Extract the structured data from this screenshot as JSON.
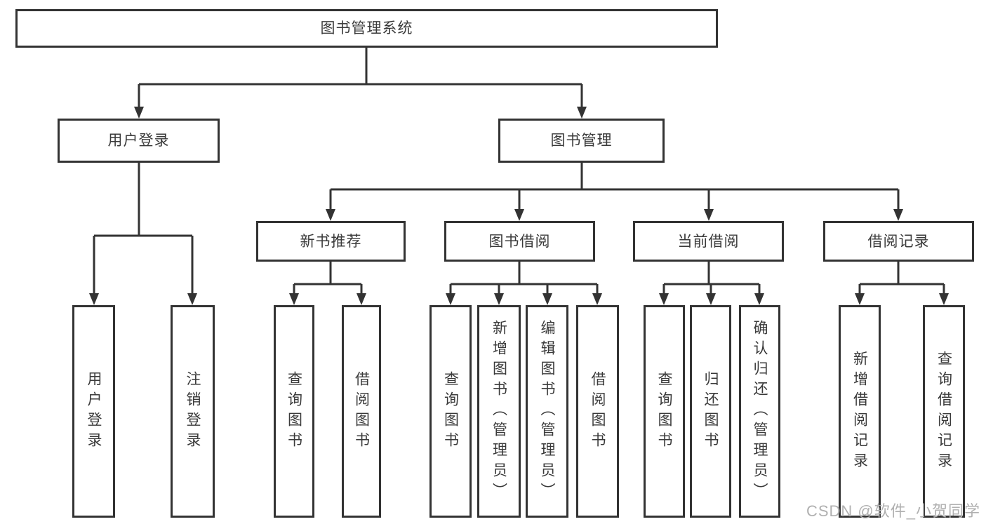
{
  "tree": {
    "label": "图书管理系统",
    "children": [
      {
        "label": "用户登录",
        "children": [
          {
            "label": "用户登录"
          },
          {
            "label": "注销登录"
          }
        ]
      },
      {
        "label": "图书管理",
        "children": [
          {
            "label": "新书推荐",
            "children": [
              {
                "label": "查询图书"
              },
              {
                "label": "借阅图书"
              }
            ]
          },
          {
            "label": "图书借阅",
            "children": [
              {
                "label": "查询图书"
              },
              {
                "label": "新增图书（管理员）"
              },
              {
                "label": "编辑图书（管理员）"
              },
              {
                "label": "借阅图书"
              }
            ]
          },
          {
            "label": "当前借阅",
            "children": [
              {
                "label": "查询图书"
              },
              {
                "label": "归还图书"
              },
              {
                "label": "确认归还（管理员）"
              }
            ]
          },
          {
            "label": "借阅记录",
            "children": [
              {
                "label": "新增借阅记录"
              },
              {
                "label": "查询借阅记录"
              }
            ]
          }
        ]
      }
    ]
  },
  "watermark": {
    "text": "CSDN @软件_小贺同学"
  },
  "colors": {
    "line": "#333333",
    "box_bg": "#ffffff",
    "text": "#3a3a3a",
    "watermark": "#b0b0b0",
    "page_bg": "#ffffff"
  }
}
